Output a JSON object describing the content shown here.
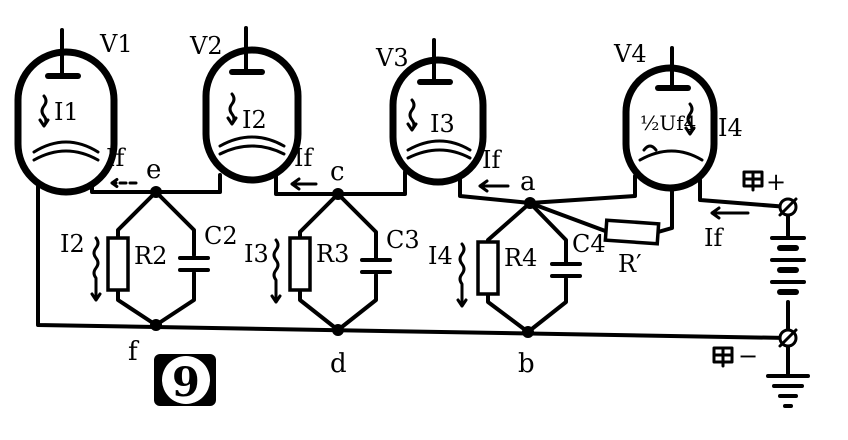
{
  "tubes": [
    {
      "label": "V1",
      "current": "I1"
    },
    {
      "label": "V2",
      "current": "I2"
    },
    {
      "label": "V3",
      "current": "I3"
    },
    {
      "label": "V4",
      "current": "I4",
      "inner_label": "½Uf4"
    }
  ],
  "filament_current": "If",
  "nodes": {
    "e": "e",
    "c": "c",
    "a": "a",
    "f": "f",
    "d": "d",
    "b": "b"
  },
  "branches": [
    {
      "current": "I2",
      "resistor": "R2",
      "capacitor": "C2"
    },
    {
      "current": "I3",
      "resistor": "R3",
      "capacitor": "C3"
    },
    {
      "current": "I4",
      "resistor": "R4",
      "capacitor": "C4"
    }
  ],
  "series_resistor": "R′",
  "battery": {
    "plus": "+",
    "minus": "−"
  },
  "logo_text": "9"
}
